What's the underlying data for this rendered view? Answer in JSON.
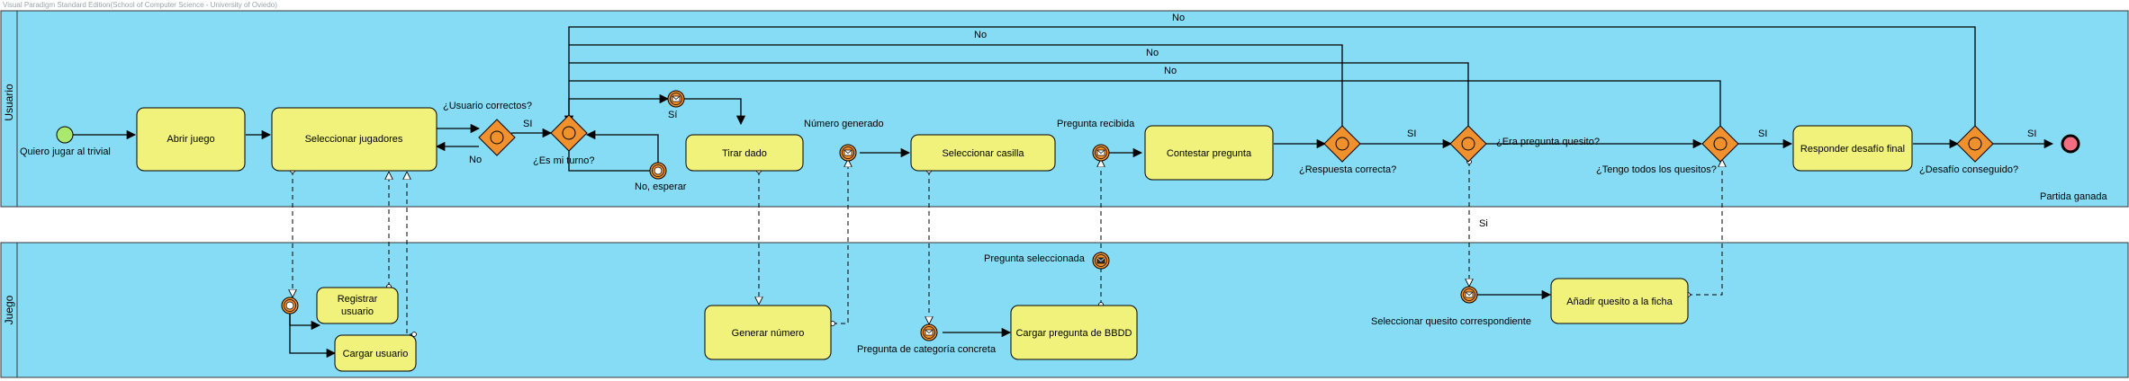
{
  "watermark": "Visual Paradigm Standard Edition(School of Computer Science - University of Oviedo)",
  "pools": {
    "usuario": "Usuario",
    "juego": "Juego"
  },
  "events": {
    "start": "Quiero jugar al trivial",
    "end": "Partida ganada",
    "msg_si": "Sí",
    "wait": "No, esperar",
    "numero_generado": "Número generado",
    "pregunta_recibida": "Pregunta recibida",
    "pregunta_seleccionada": "Pregunta seleccionada",
    "pregunta_categoria": "Pregunta de categoría concreta",
    "quesito_correspondiente": "Seleccionar quesito correspondiente"
  },
  "tasks": {
    "abrir_juego": "Abrir juego",
    "seleccionar_jugadores": "Seleccionar jugadores",
    "tirar_dado": "Tirar dado",
    "seleccionar_casilla": "Seleccionar casilla",
    "contestar_pregunta": "Contestar pregunta",
    "responder_desafio": "Responder desafío final",
    "registrar_usuario": "Registrar usuario",
    "cargar_usuario": "Cargar usuario",
    "generar_numero": "Generar número",
    "cargar_pregunta": "Cargar pregunta de BBDD",
    "anadir_quesito": "Añadir quesito a la ficha"
  },
  "gateways": {
    "usuario_correctos": "¿Usuario correctos?",
    "es_mi_turno": "¿Es mi turno?",
    "respuesta_correcta": "¿Respuesta correcta?",
    "era_quesito": "¿Era pregunta quesito?",
    "todos_quesitos": "¿Tengo todos los quesitos?",
    "desafio_conseguido": "¿Desafío conseguido?"
  },
  "flow_labels": {
    "si": "SI",
    "si_lower": "Si",
    "no": "No"
  },
  "colors": {
    "pool": "#87dcf5",
    "task": "#f0f27c",
    "gateway": "#f0912d",
    "start": "#a9ea6e",
    "end": "#f26e80",
    "intermediate": "#f0912d"
  }
}
